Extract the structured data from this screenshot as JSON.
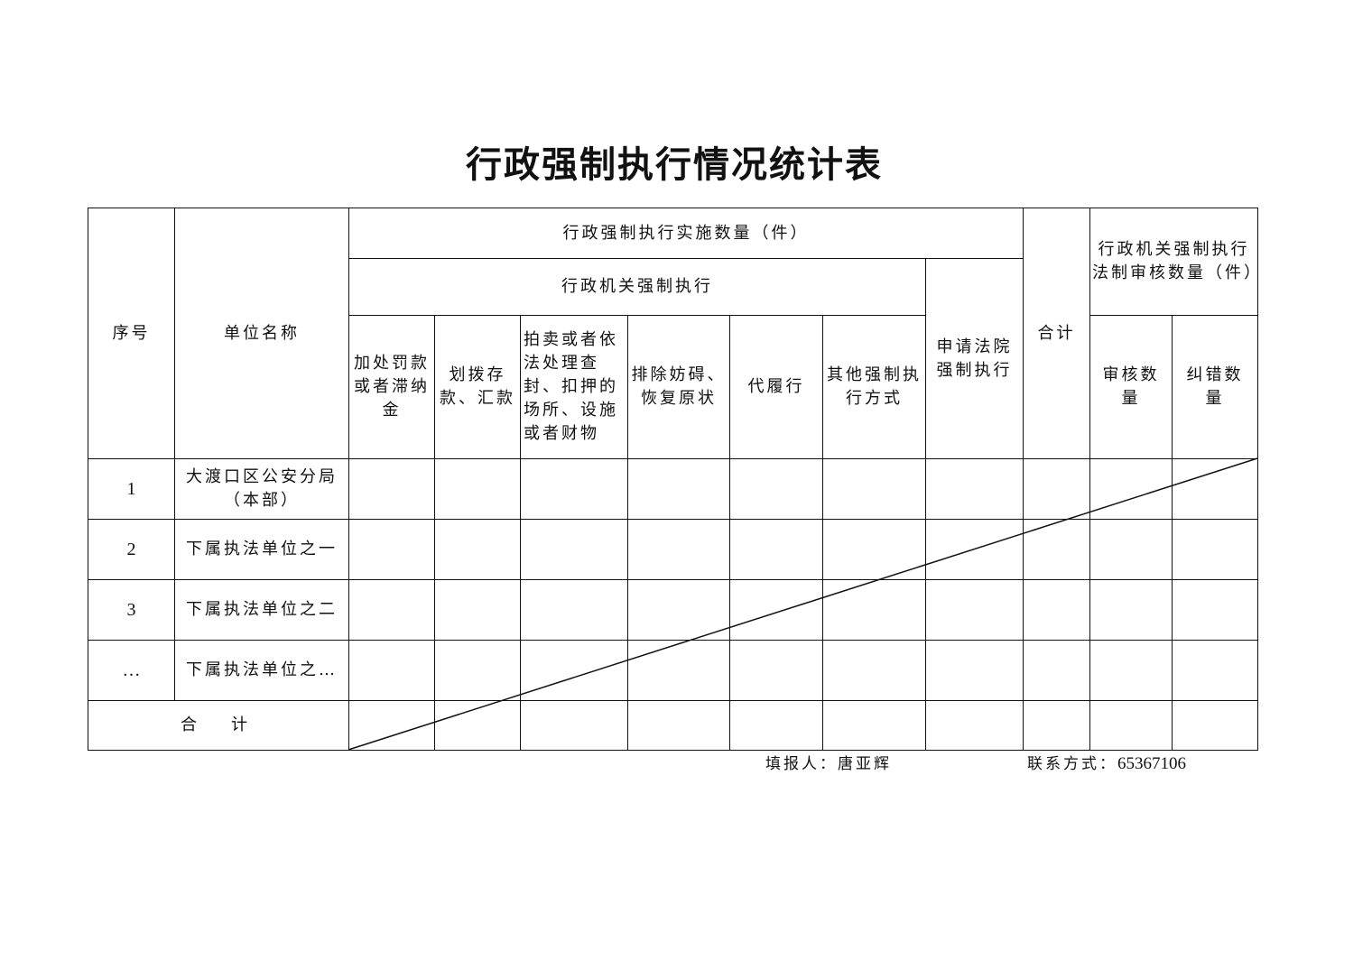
{
  "title": "行政强制执行情况统计表",
  "headers": {
    "seq": "序号",
    "unit": "单位名称",
    "implementation_group": "行政强制执行实施数量（件）",
    "agency_group": "行政机关强制执行",
    "sub_cols": [
      "加处罚款或者滞纳金",
      "划拨存款、汇款",
      "拍卖或者依法处理查封、扣押的场所、设施或者财物",
      "排除妨碍、恢复原状",
      "代履行",
      "其他强制执行方式"
    ],
    "court": "申请法院强制执行",
    "total": "合计",
    "review_group": "行政机关强制执行法制审核数量（件）",
    "review_cols": [
      "审核数量",
      "纠错数量"
    ]
  },
  "rows": [
    {
      "seq": "1",
      "unit": "大渡口区公安分局（本部）"
    },
    {
      "seq": "2",
      "unit": "下属执法单位之一"
    },
    {
      "seq": "3",
      "unit": "下属执法单位之二"
    },
    {
      "seq": "…",
      "unit": "下属执法单位之…"
    }
  ],
  "total_row_label": "合　计",
  "footer": {
    "filler_label": "填报人：",
    "filler_name": "唐亚辉",
    "contact_label": "联系方式：",
    "contact_value": "65367106"
  }
}
